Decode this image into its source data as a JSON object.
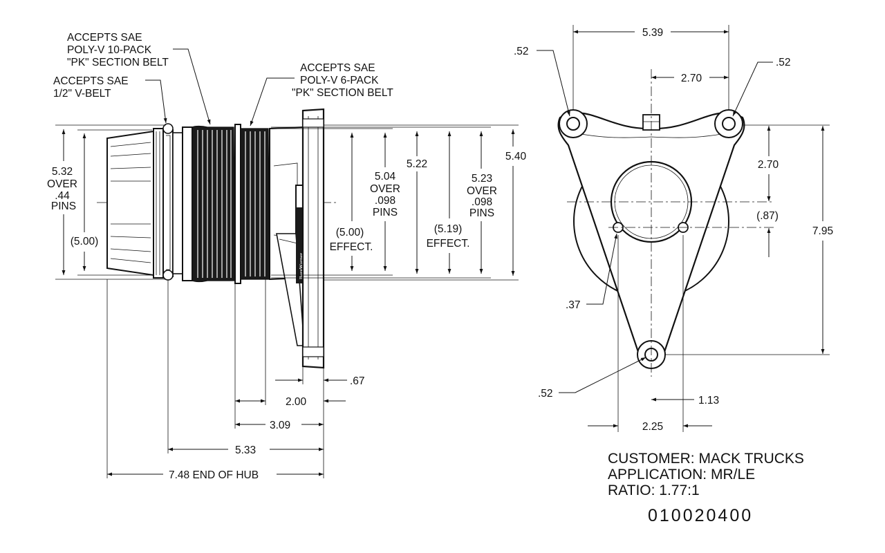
{
  "side_view": {
    "labels": {
      "v_belt": [
        "ACCEPTS SAE",
        "1/2\" V-BELT"
      ],
      "poly_v_10": [
        "ACCEPTS SAE",
        "POLY-V 10-PACK",
        "\"PK\" SECTION BELT"
      ],
      "poly_v_6": [
        "ACCEPTS SAE",
        "POLY-V 6-PACK",
        "\"PK\" SECTION BELT"
      ]
    },
    "dimensions": {
      "over_pins_5_32": [
        "5.32",
        "OVER",
        ".44",
        "PINS"
      ],
      "ref_5_00_left": "(5.00)",
      "effect_5_00": [
        "(5.00)",
        "EFFECT."
      ],
      "over_pins_5_04": [
        "5.04",
        "OVER",
        ".098",
        "PINS"
      ],
      "dia_5_22": "5.22",
      "effect_5_19": [
        "(5.19)",
        "EFFECT."
      ],
      "over_pins_5_23": [
        "5.23",
        "OVER",
        ".098",
        "PINS"
      ],
      "dia_5_40": "5.40",
      "len_0_67": ".67",
      "len_2_00": "2.00",
      "len_3_09": "3.09",
      "len_5_33": "5.33",
      "len_7_48": "7.48 END OF HUB"
    },
    "brand_mark": "BorgWarner"
  },
  "front_view": {
    "dimensions": {
      "width_5_39": "5.39",
      "hole_left_top": ".52",
      "hole_right_top": ".52",
      "offset_2_70_h": "2.70",
      "offset_2_70_v": "2.70",
      "offset_0_87": "(.87)",
      "height_7_95": "7.95",
      "small_hole": ".37",
      "hole_bottom": ".52",
      "offset_1_13": "1.13",
      "span_2_25": "2.25"
    }
  },
  "info_block": {
    "customer": "CUSTOMER: MACK TRUCKS",
    "application": "APPLICATION: MR/LE",
    "ratio": "RATIO: 1.77:1"
  },
  "part_number": "010020400"
}
